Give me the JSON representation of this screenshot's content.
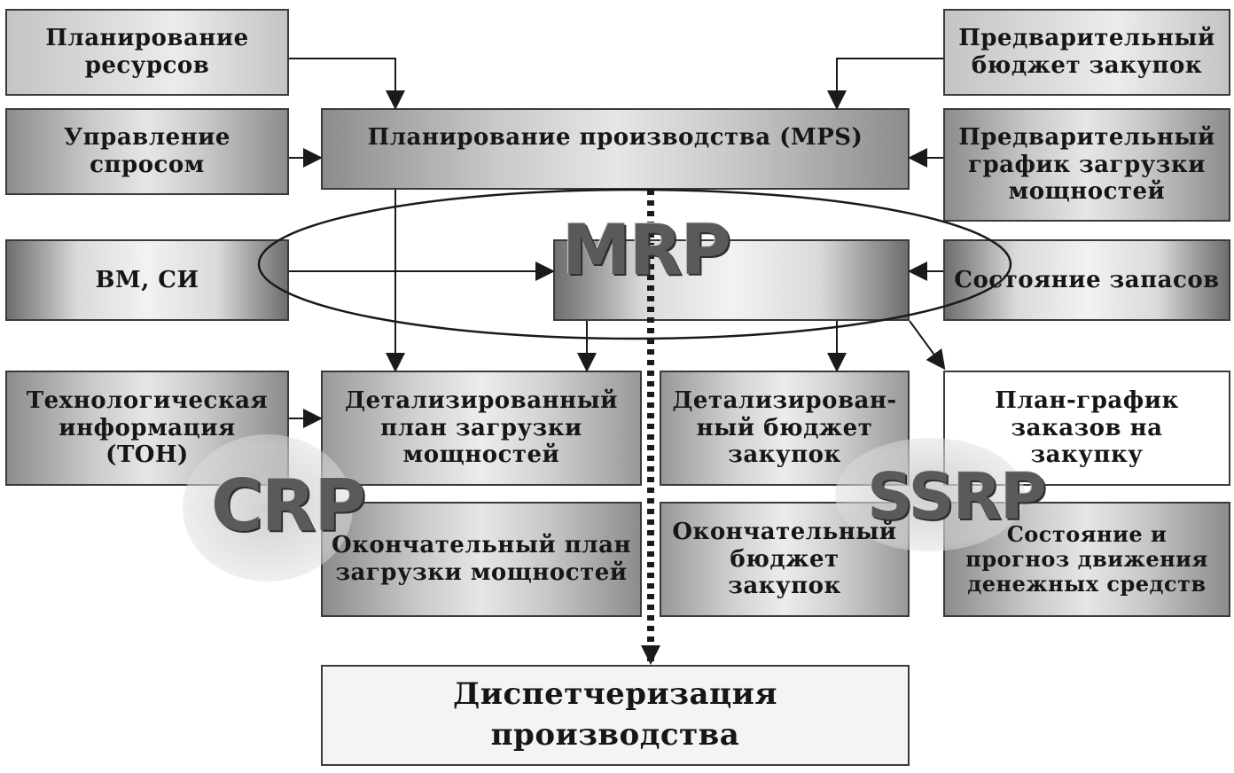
{
  "boxes": {
    "resource_planning": "Планирование ресурсов",
    "demand_management": "Управление спросом",
    "mps": "Планирование производства (MPS)",
    "prelim_purchase_budget": "Предварительный бюджет закупок",
    "prelim_capacity_schedule": "Предварительный график загрузки мощностей",
    "bom": "BM, СИ",
    "inventory_status": "Состояние запасов",
    "tech_info": "Технологическая информация (ТОН)",
    "detailed_capacity_plan": "Детализированный план загрузки мощностей",
    "detailed_purchase_budget": "Детализирован-ный бюджет закупок",
    "purchase_order_schedule": "План-график заказов на закупку",
    "final_capacity_plan": "Окончательный план загрузки мощностей",
    "final_purchase_budget": "Окончательный бюджет закупок",
    "cash_flow": "Состояние и прогноз движения денежных средств",
    "dispatching": "Диспетчеризация производства"
  },
  "badges": {
    "mrp": "MRP",
    "crp": "CRP",
    "ssrp": "SSRP"
  }
}
